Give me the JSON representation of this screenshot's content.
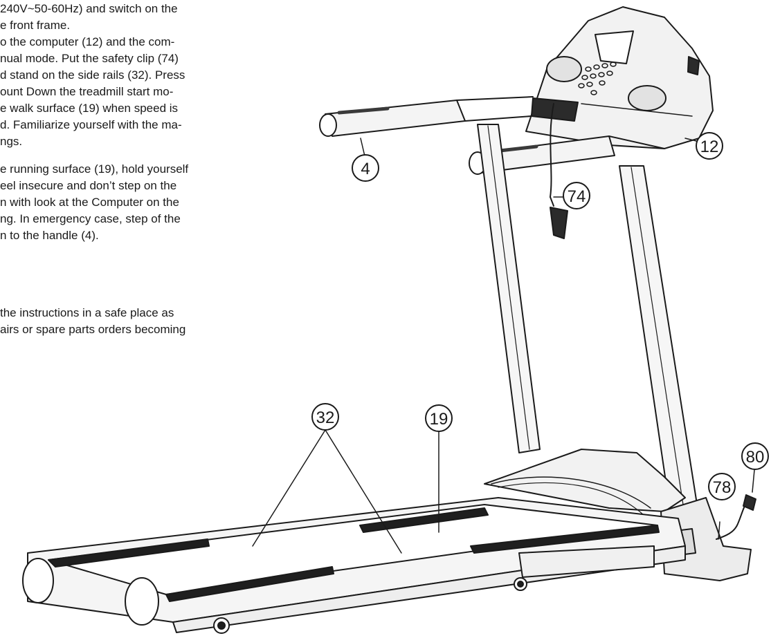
{
  "text_lines": [
    "240V~50-60Hz) and switch on the",
    "e front frame.",
    "o the computer (12) and the com-",
    "nual mode. Put the safety clip (74)",
    "d stand on the side rails (32). Press",
    "ount Down the treadmill start mo-",
    "e walk surface (19) when speed is",
    "d. Familiarize yourself with the ma-",
    "ngs.",
    "e  running  surface  (19),  hold  yourself",
    "eel insecure and don’t step on the",
    "n with look at the Computer on the",
    "ng.  In emergency case,  step of  the",
    "n to the handle (4).",
    "the instructions  in a safe place as",
    "airs or spare parts orders becoming"
  ],
  "callouts": {
    "c4": "4",
    "c12": "12",
    "c74": "74",
    "c32": "32",
    "c19": "19",
    "c80": "80",
    "c78": "78"
  }
}
